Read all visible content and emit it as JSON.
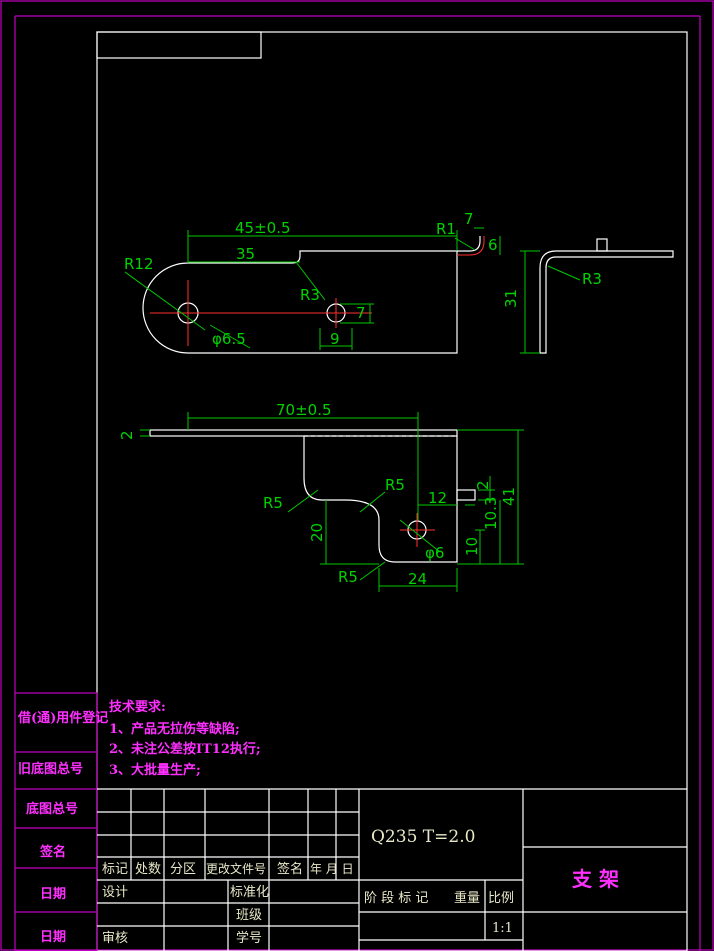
{
  "drawing": {
    "top_view": {
      "dim_overall": "45±0.5",
      "dim_35": "35",
      "radius_end": "R12",
      "radius_notch": "R3",
      "hole_dia": "φ6.5",
      "slot_len": "9",
      "slot_w": "7",
      "bend_r": "R1",
      "bend_w": "7",
      "bend_h": "6"
    },
    "side_view": {
      "height": "31",
      "bend_r": "R3"
    },
    "front_view": {
      "dim_overall": "70±0.5",
      "thickness": "2",
      "r_left": "R5",
      "r_inner": "R5",
      "r_bottom": "R5",
      "dim_12": "12",
      "dim_20": "20",
      "hole_dia": "φ6",
      "dim_24": "24",
      "dim_10": "10",
      "dim_10_3": "10.3",
      "dim_41": "41",
      "dim_2b": "2"
    }
  },
  "tech_requirements": {
    "title": "技术要求:",
    "items": [
      "1、产品无拉伤等缺陷;",
      "2、未注公差按IT12执行;",
      "3、大批量生产;"
    ]
  },
  "side_column": {
    "cells": [
      "借(通)用件登记",
      "旧底图总号",
      "底图总号",
      "签名",
      "日期",
      "日期"
    ]
  },
  "title_block": {
    "material": "Q235   T=2.0",
    "part_name": "支  架",
    "rev_headers": [
      "标记",
      "处数",
      "分区",
      "更改文件号",
      "签名",
      "年 月 日"
    ],
    "design": "设计",
    "standard": "标准化",
    "class": "班级",
    "review": "审核",
    "student_no": "学号",
    "stage_headers": [
      "阶 段 标 记",
      "重量",
      "比例"
    ],
    "scale": "1:1"
  }
}
